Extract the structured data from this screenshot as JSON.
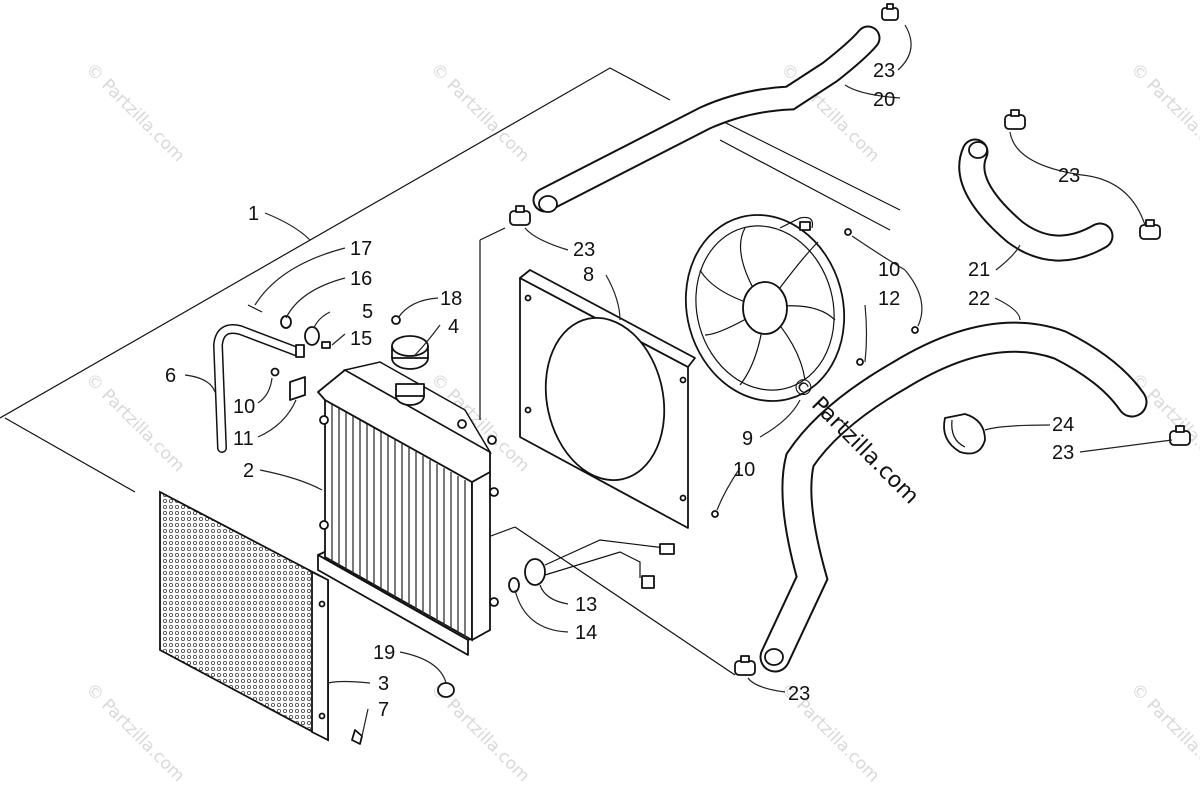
{
  "callouts": {
    "c1": "1",
    "c2": "2",
    "c3": "3",
    "c4": "4",
    "c5": "5",
    "c6": "6",
    "c7": "7",
    "c8": "8",
    "c9": "9",
    "c10a": "10",
    "c10b": "10",
    "c10c": "10",
    "c11": "11",
    "c12": "12",
    "c13": "13",
    "c14": "14",
    "c15": "15",
    "c16": "16",
    "c17": "17",
    "c18": "18",
    "c19": "19",
    "c20": "20",
    "c21": "21",
    "c22": "22",
    "c23a": "23",
    "c23b": "23",
    "c23c": "23",
    "c23d": "23",
    "c23e": "23",
    "c24": "24"
  },
  "watermark": {
    "text": "© Partzilla.com",
    "center_text": "© Partzilla.com"
  },
  "colors": {
    "line": "#111111",
    "watermark": "#d8d8d8",
    "background": "#ffffff"
  }
}
